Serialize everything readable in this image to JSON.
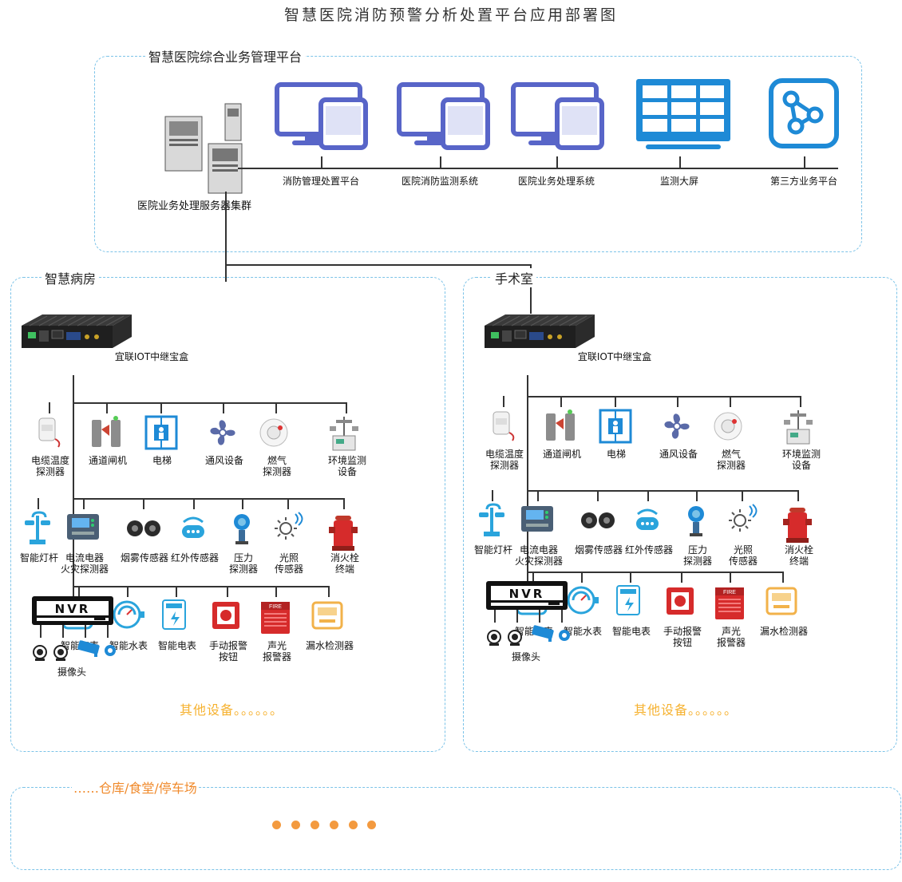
{
  "title": "智慧医院消防预警分析处置平台应用部署图",
  "platform": {
    "label": "智慧医院综合业务管理平台",
    "server_label": "医院业务处理服务器集群",
    "systems": [
      {
        "label": "消防管理处置平台",
        "icon": "monitor-devices-icon"
      },
      {
        "label": "医院消防监测系统",
        "icon": "monitor-devices-icon"
      },
      {
        "label": "医院业务处理系统",
        "icon": "monitor-devices-icon"
      },
      {
        "label": "监测大屏",
        "icon": "video-wall-icon"
      },
      {
        "label": "第三方业务平台",
        "icon": "share-network-icon"
      }
    ]
  },
  "ward": {
    "label": "智慧病房",
    "gateway_label": "宜联IOT中继宝盒",
    "row1": [
      "电缆温度\n探测器",
      "通道闸机",
      "电梯",
      "通风设备",
      "燃气\n探测器",
      "环境监测\n设备"
    ],
    "row2": [
      "智能灯杆",
      "电流电器\n火灾探测器",
      "烟雾传感器",
      "红外传感器",
      "压力\n探测器",
      "光照\n传感器",
      "消火栓\n终端"
    ],
    "row3": [
      "智能气表",
      "智能水表",
      "智能电表",
      "手动报警\n按钮",
      "声光\n报警器",
      "漏水检测器"
    ],
    "nvr_text": "NVR",
    "camera_label": "摄像头",
    "other": "其他设备。。。。。。"
  },
  "operating_room": {
    "label": "手术室",
    "gateway_label": "宜联IOT中继宝盒",
    "row1": [
      "电缆温度\n探测器",
      "通道闸机",
      "电梯",
      "通风设备",
      "燃气\n探测器",
      "环境监测\n设备"
    ],
    "row2": [
      "智能灯杆",
      "电流电器\n火灾探测器",
      "烟雾传感器",
      "红外传感器",
      "压力\n探测器",
      "光照\n传感器",
      "消火栓\n终端"
    ],
    "row3": [
      "智能气表",
      "智能水表",
      "智能电表",
      "手动报警\n按钮",
      "声光\n报警器",
      "漏水检测器"
    ],
    "nvr_text": "NVR",
    "camera_label": "摄像头",
    "other": "其他设备。。。。。。"
  },
  "others": {
    "label": "……仓库/食堂/停车场"
  },
  "colors": {
    "accent_blue": "#1e8ad6",
    "monitor_purple": "#5865c8",
    "dash_blue": "#7cc3e8",
    "other_orange": "#f6b230",
    "dot_orange": "#f39a3f",
    "alarm_red": "#d62b2b"
  }
}
